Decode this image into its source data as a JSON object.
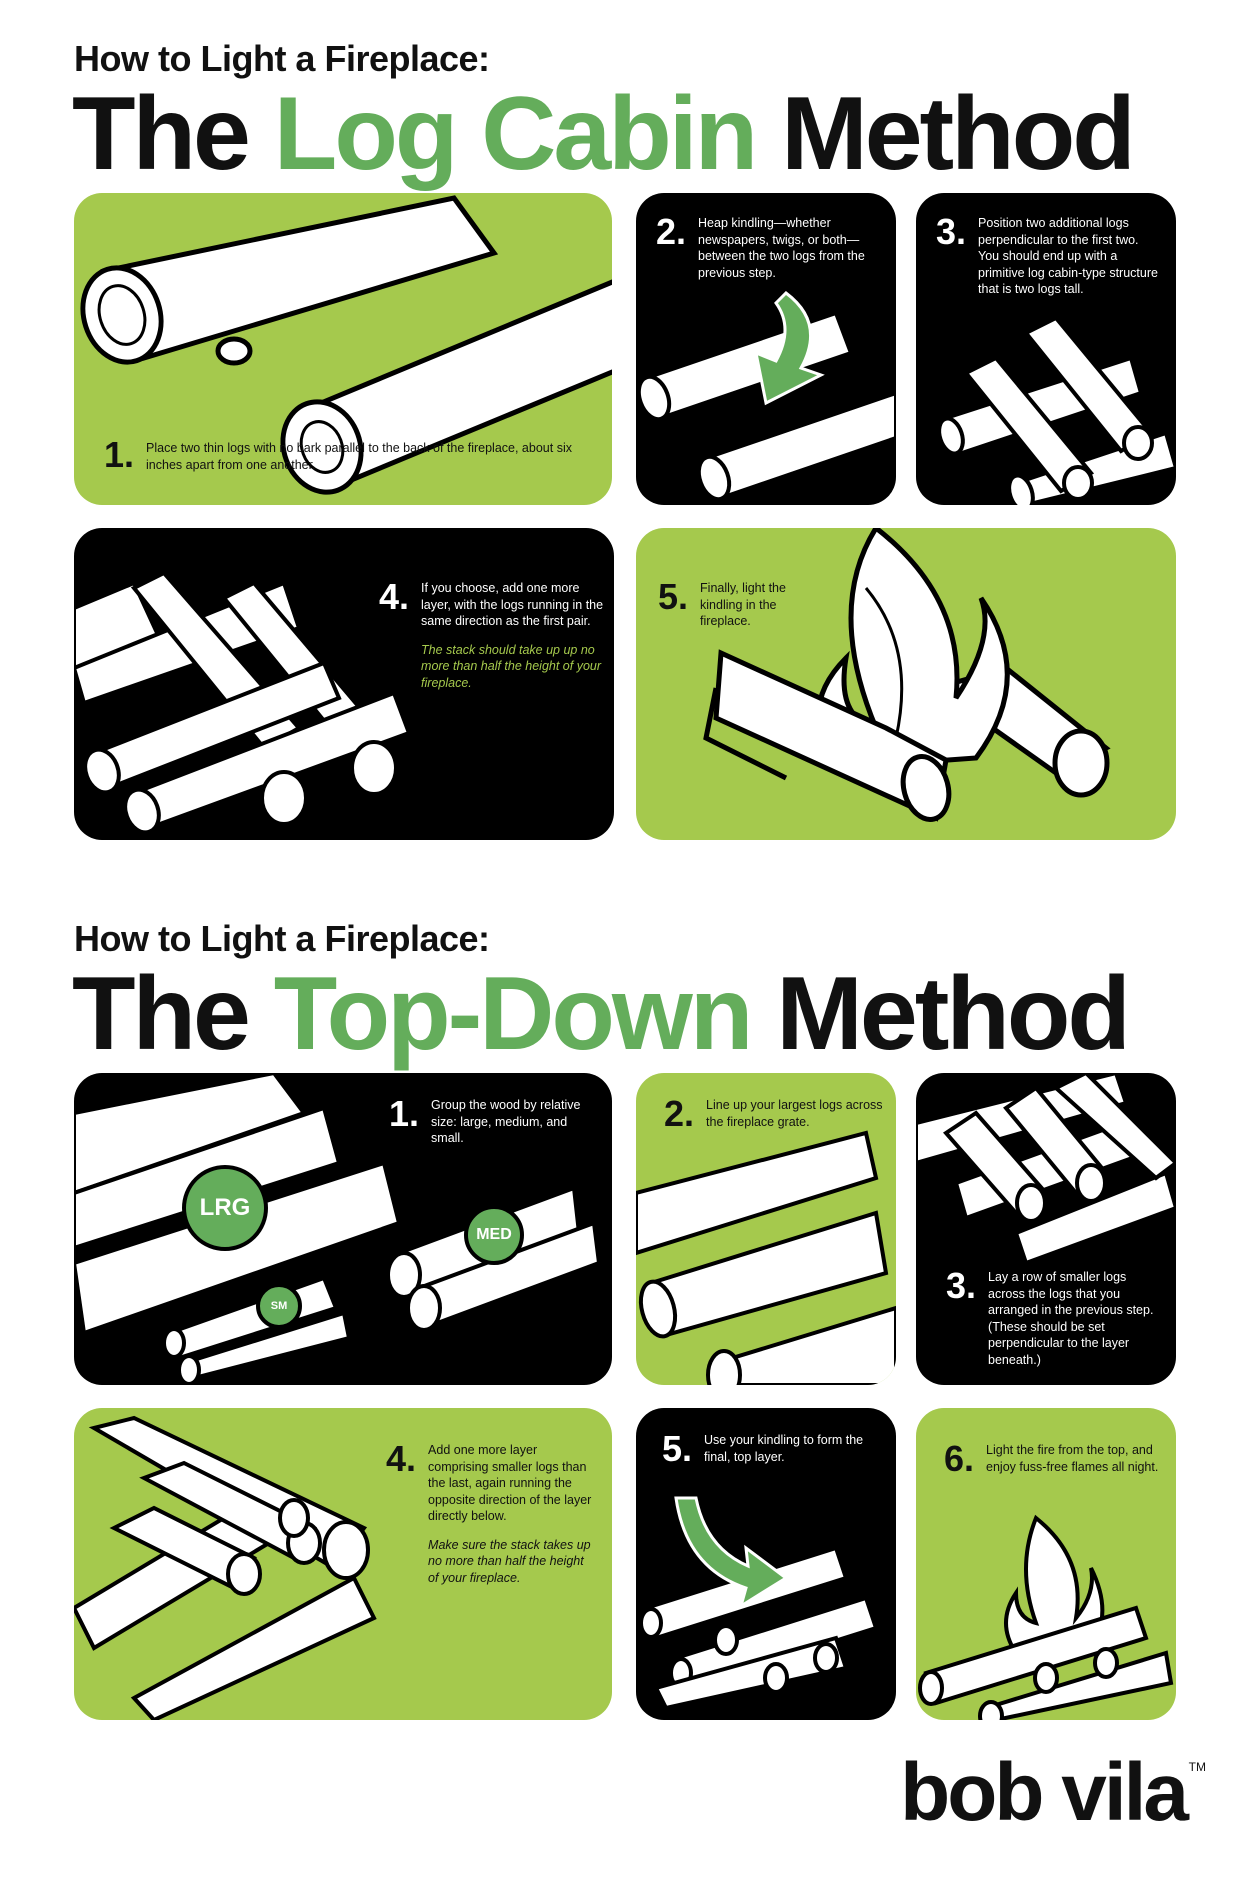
{
  "section1": {
    "kicker": "How to Light a Fireplace:",
    "title_pre": "The ",
    "title_accent": "Log Cabin",
    "title_post": " Method",
    "steps": [
      {
        "num": "1.",
        "text": "Place two thin logs with no bark parallel to the back of the fireplace, about six inches apart from one another."
      },
      {
        "num": "2.",
        "text": "Heap kindling—whether newspapers, twigs, or both—between the two logs from the previous step."
      },
      {
        "num": "3.",
        "text": "Position two additional logs perpendicular to the first two. You should end up with a primitive log cabin-type structure that is two logs tall."
      },
      {
        "num": "4.",
        "text": "If you choose, add one more layer, with the logs running in the same direction as the first pair.",
        "note": "The stack should take up up no more than half the height of your fireplace."
      },
      {
        "num": "5.",
        "text": "Finally, light the kindling in the fireplace."
      }
    ]
  },
  "section2": {
    "kicker": "How to Light a Fireplace:",
    "title_pre": "The ",
    "title_accent": "Top-Down",
    "title_post": " Method",
    "steps": [
      {
        "num": "1.",
        "text": "Group the wood by relative size: large, medium, and small."
      },
      {
        "num": "2.",
        "text": "Line up your largest logs across the fireplace grate."
      },
      {
        "num": "3.",
        "text": "Lay a row of smaller logs across the logs that you arranged in the previous step. (These should be set perpendicular to the layer beneath.)"
      },
      {
        "num": "4.",
        "text": "Add one more layer comprising smaller logs than the last, again running the opposite direction of the layer directly below.",
        "note": "Make sure the stack takes up no more than half the height of your fireplace."
      },
      {
        "num": "5.",
        "text": "Use your kindling to form the final, top layer."
      },
      {
        "num": "6.",
        "text": "Light the fire from the top, and enjoy fuss-free flames all night."
      }
    ],
    "badges": {
      "large": "LRG",
      "medium": "MED",
      "small": "SM"
    }
  },
  "brand": {
    "name": "bob vila",
    "tm": "TM"
  },
  "colors": {
    "green_panel": "#a5c94d",
    "accent_green": "#64ad5b",
    "black": "#000000"
  }
}
